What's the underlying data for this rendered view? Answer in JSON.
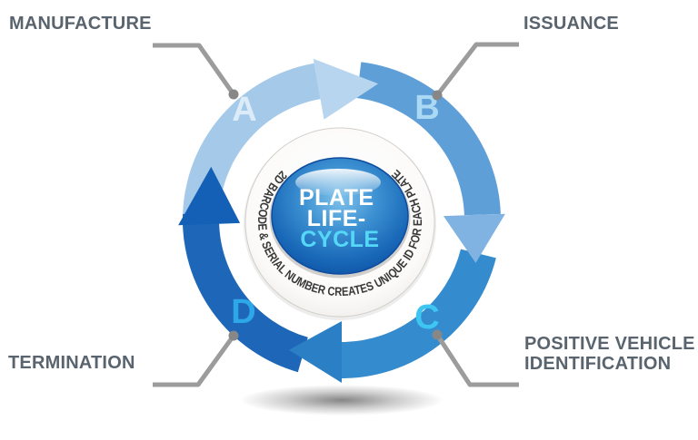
{
  "diagram": {
    "title_semantic": "Plate life-cycle process diagram",
    "center": {
      "line1": "PLATE",
      "line2": "LIFE-",
      "line3": "CYCLE",
      "ring_text": "2D BARCODE & SERIAL NUMBER CREATES UNIQUE ID FOR EACH PLATE"
    },
    "stages": [
      {
        "letter": "A",
        "label_lines": [
          "MANUFACTURE"
        ],
        "position": "top-left",
        "arc_color": "#A5CAE9",
        "head_color": "#B7D5EE",
        "letter_color": "#DCEBF8"
      },
      {
        "letter": "B",
        "label_lines": [
          "ISSUANCE"
        ],
        "position": "top-right",
        "arc_color": "#5E9FD8",
        "head_color": "#80B3E2",
        "letter_color": "#ABD9F4"
      },
      {
        "letter": "C",
        "label_lines": [
          "POSITIVE VEHICLE",
          "IDENTIFICATION"
        ],
        "position": "bottom-right",
        "arc_color": "#348BCE",
        "head_color": "#2B7FC5",
        "letter_color": "#3EC6F3"
      },
      {
        "letter": "D",
        "label_lines": [
          "TERMINATION"
        ],
        "position": "bottom-left",
        "arc_color": "#1E66B8",
        "head_color": "#1460B6",
        "letter_color": "#2EA7E8"
      }
    ],
    "colors": {
      "label_text": "#59646E",
      "pointer_line": "#9C9C9C",
      "pointer_dot": "#878787",
      "ring_text": "#383838",
      "sphere_text_primary": "#FFFFFF",
      "sphere_text_accent": "#55D7F8",
      "sphere_deep_blue": "#0B4C9F",
      "sphere_light_blue": "#7FC2EB"
    }
  }
}
